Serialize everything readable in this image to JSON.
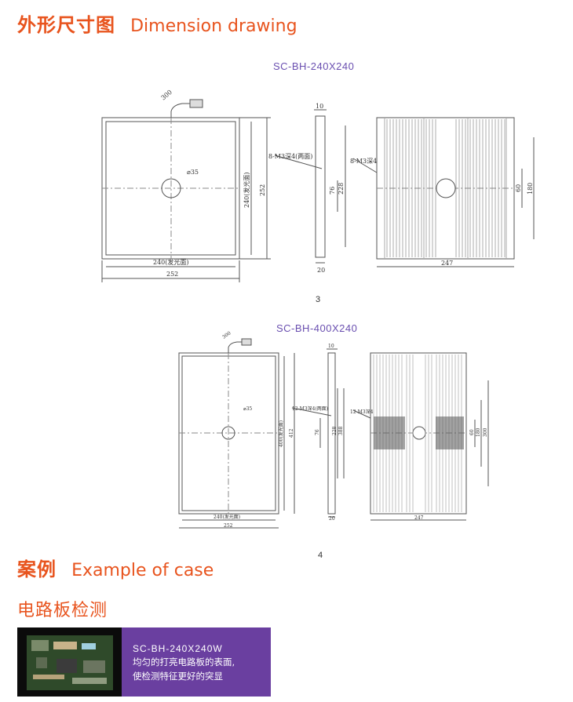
{
  "section1": {
    "title_cn": "外形尺寸图",
    "title_en": "Dimension drawing"
  },
  "drawing1": {
    "model": "SC-BH-240X240",
    "figure_no": "3",
    "labels": {
      "cable": "300",
      "hole": "⌀35",
      "inner_h": "240(发光面)",
      "outer_h": "252",
      "inner_w": "240(发光面)",
      "outer_w": "252",
      "side_top": "10",
      "side_bottom": "20",
      "side_holes": "8-M3深4(两面)",
      "side_76": "76",
      "side_228": "228",
      "back_holes": "8-M3深4",
      "back_60": "60",
      "back_180": "180",
      "back_w": "247"
    }
  },
  "drawing2": {
    "model": "SC-BH-400X240",
    "figure_no": "4",
    "labels": {
      "cable": "300",
      "hole": "⌀35",
      "inner_h": "400(发光面)",
      "outer_h": "412",
      "inner_w": "240(发光面)",
      "outer_w": "252",
      "side_top": "10",
      "side_bottom": "20",
      "side_holes": "12-M3深4(两面)",
      "side_76": "76",
      "side_228": "228",
      "side_388": "388",
      "back_holes": "12-M3深4",
      "back_60": "60",
      "back_180": "180",
      "back_300": "300",
      "back_w": "247"
    }
  },
  "section2": {
    "title_cn": "案例",
    "title_en": "Example of case"
  },
  "case1": {
    "heading": "电路板检测",
    "model": "SC-BH-240X240W",
    "desc_line1": "均匀的打亮电路板的表面,",
    "desc_line2": "使检测特征更好的突显"
  },
  "colors": {
    "accent": "#e8541e",
    "model_purple": "#6a4fb0",
    "panel_purple": "#6a3fa0"
  }
}
